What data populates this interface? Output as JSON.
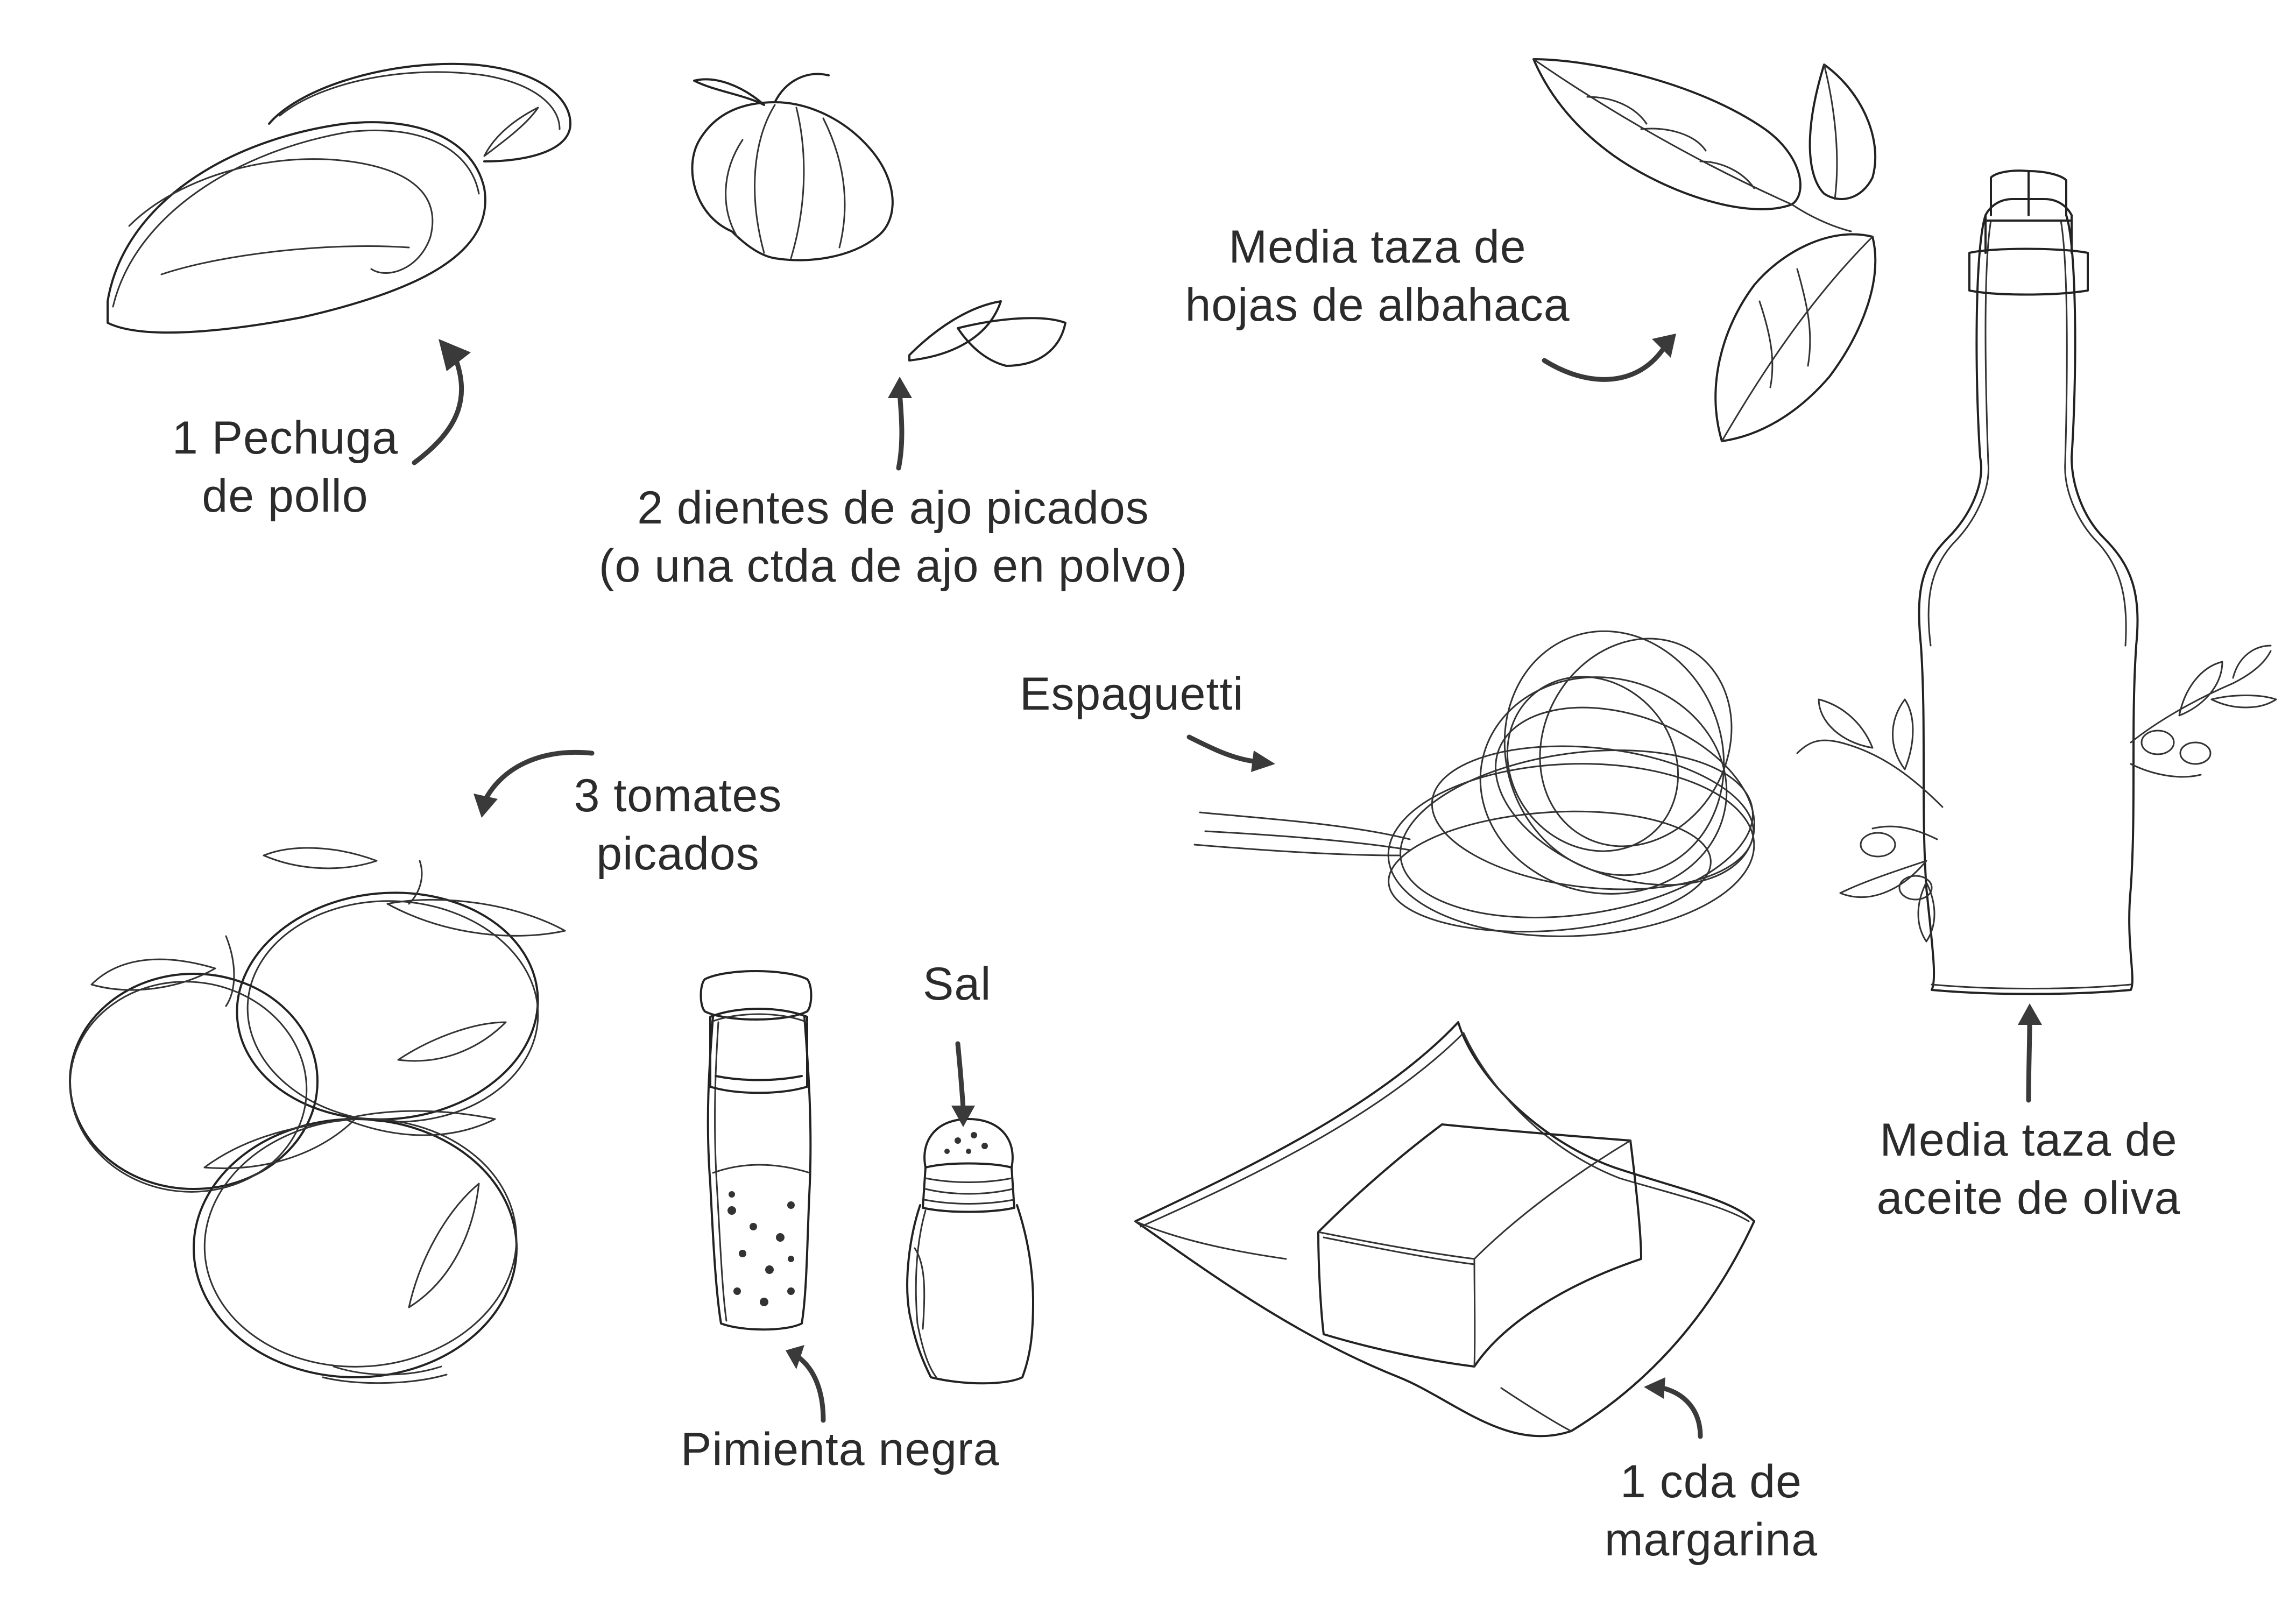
{
  "ingredients": {
    "chicken": {
      "line1": "1 Pechuga",
      "line2": "de pollo",
      "icon": "chicken-breast-icon"
    },
    "garlic": {
      "line1": "2 dientes de ajo picados",
      "line2": "(o una ctda de ajo en polvo)",
      "icon": "garlic-icon"
    },
    "basil": {
      "line1": "Media taza de",
      "line2": "hojas de albahaca",
      "icon": "basil-leaves-icon"
    },
    "spaghetti": {
      "label": "Espaguetti",
      "icon": "spaghetti-icon"
    },
    "tomatoes": {
      "line1": "3 tomates",
      "line2": "picados",
      "icon": "tomatoes-icon"
    },
    "salt": {
      "label": "Sal",
      "icon": "salt-shaker-icon"
    },
    "pepper": {
      "label": "Pimienta negra",
      "icon": "pepper-mill-icon"
    },
    "margarine": {
      "line1": "1 cda de",
      "line2": "margarina",
      "icon": "margarine-icon"
    },
    "olive_oil": {
      "line1": "Media taza de",
      "line2": "aceite de oliva",
      "icon": "olive-oil-bottle-icon"
    }
  },
  "colors": {
    "ink": "#222222",
    "text": "#2b2b2b",
    "background": "#ffffff"
  }
}
